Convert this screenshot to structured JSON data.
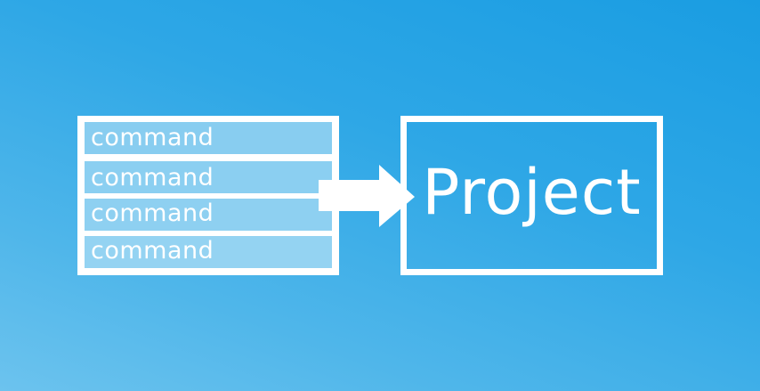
{
  "diagram": {
    "commands": [
      {
        "label": "command"
      },
      {
        "label": "command"
      },
      {
        "label": "command"
      },
      {
        "label": "command"
      }
    ],
    "arrow": {
      "direction": "right",
      "icon": "arrow-right-icon"
    },
    "target": {
      "label": "Project"
    }
  },
  "colors": {
    "background_top": "#1a9de2",
    "background_bottom": "#6cc3ee",
    "box_border": "#ffffff",
    "row_fill": "#8bcff1",
    "text": "#ffffff"
  }
}
